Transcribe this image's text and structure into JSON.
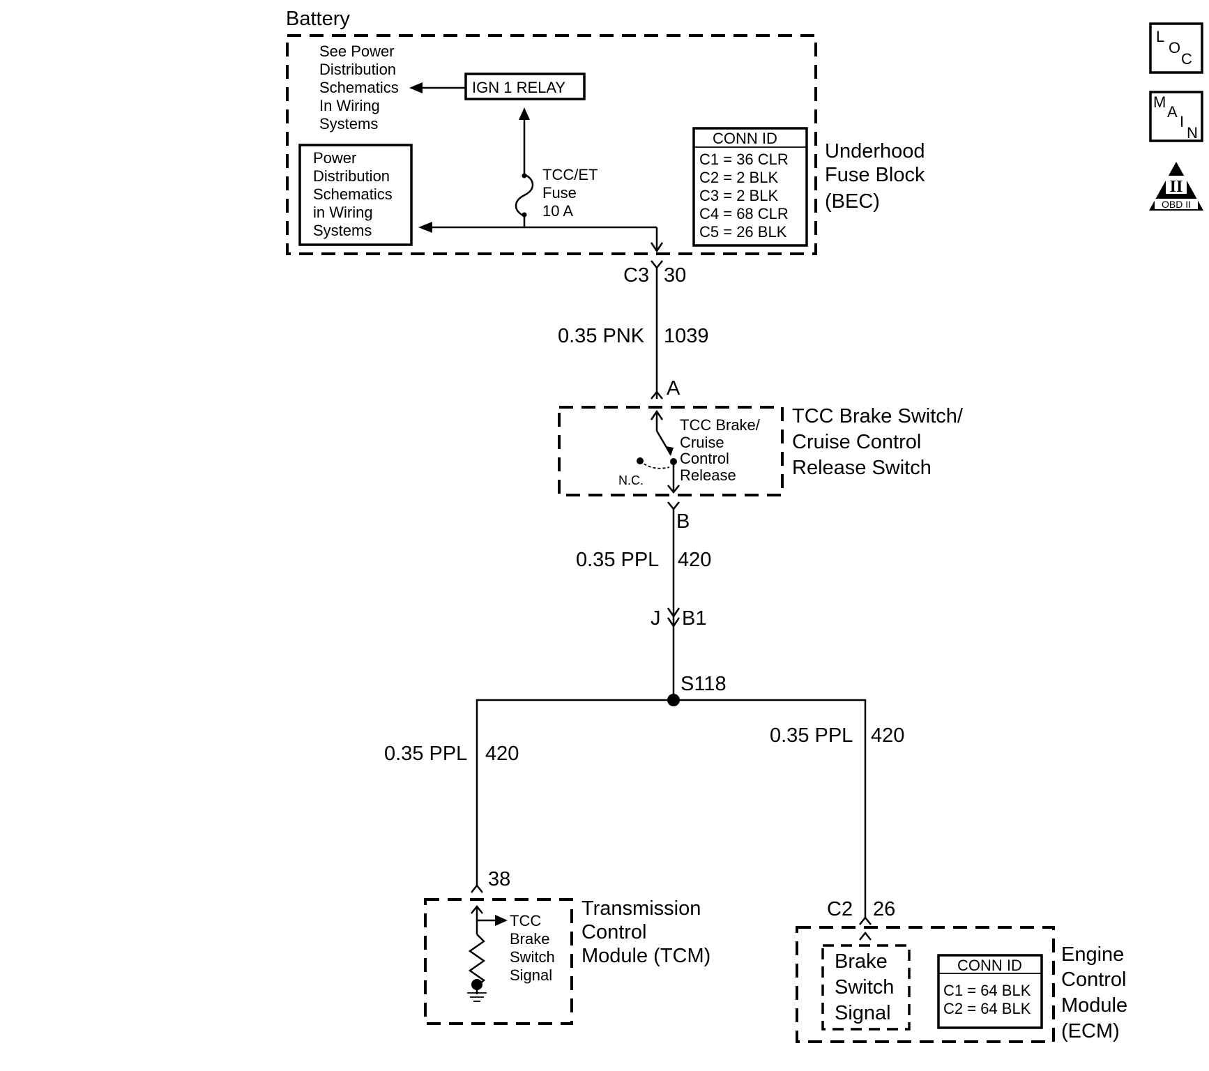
{
  "battery": {
    "label": "Battery",
    "see_power_lines": [
      "See Power",
      "Distribution",
      "Schematics",
      "In Wiring",
      "Systems"
    ],
    "ign_relay": "IGN 1 RELAY",
    "pds_box_lines": [
      "Power",
      "Distribution",
      "Schematics",
      "in Wiring",
      "Systems"
    ],
    "fuse_lines": [
      "TCC/ET",
      "Fuse",
      "10 A"
    ]
  },
  "fuse_block": {
    "name_lines": [
      "Underhood",
      "Fuse Block",
      "(BEC)"
    ],
    "conn_id_title": "CONN ID",
    "conn_ids": [
      "C1 = 36 CLR",
      "C2 = 2 BLK",
      "C3 = 2 BLK",
      "C4 = 68 CLR",
      "C5 = 26 BLK"
    ]
  },
  "connector_c3": {
    "connector": "C3",
    "pin": "30"
  },
  "wire_1": {
    "gauge_color": "0.35 PNK",
    "circuit": "1039"
  },
  "brake_switch": {
    "pin_a": "A",
    "pin_b": "B",
    "inner_lines": [
      "TCC Brake/",
      "Cruise",
      "Control",
      "Release"
    ],
    "nc_label": "N.C.",
    "name_lines": [
      "TCC Brake Switch/",
      "Cruise Control",
      "Release Switch"
    ]
  },
  "wire_2": {
    "gauge_color": "0.35 PPL",
    "circuit": "420"
  },
  "inline_connector": {
    "left": "J",
    "right": "B1"
  },
  "splice": {
    "label": "S118"
  },
  "wire_left": {
    "gauge_color": "0.35 PPL",
    "circuit": "420"
  },
  "wire_right": {
    "gauge_color": "0.35 PPL",
    "circuit": "420"
  },
  "tcm": {
    "pin": "38",
    "signal_lines": [
      "TCC",
      "Brake",
      "Switch",
      "Signal"
    ],
    "name_lines": [
      "Transmission",
      "Control",
      "Module (TCM)"
    ]
  },
  "ecm": {
    "connector": "C2",
    "pin": "26",
    "signal_lines": [
      "Brake",
      "Switch",
      "Signal"
    ],
    "conn_id_title": "CONN ID",
    "conn_ids": [
      "C1 = 64 BLK",
      "C2 = 64 BLK"
    ],
    "name_lines": [
      "Engine",
      "Control",
      "Module",
      "(ECM)"
    ]
  },
  "side_icons": {
    "loc": [
      "L",
      "O",
      "C"
    ],
    "main": [
      "M",
      "A",
      "I",
      "N"
    ],
    "obd": {
      "numeral": "II",
      "caption": "OBD II"
    }
  }
}
